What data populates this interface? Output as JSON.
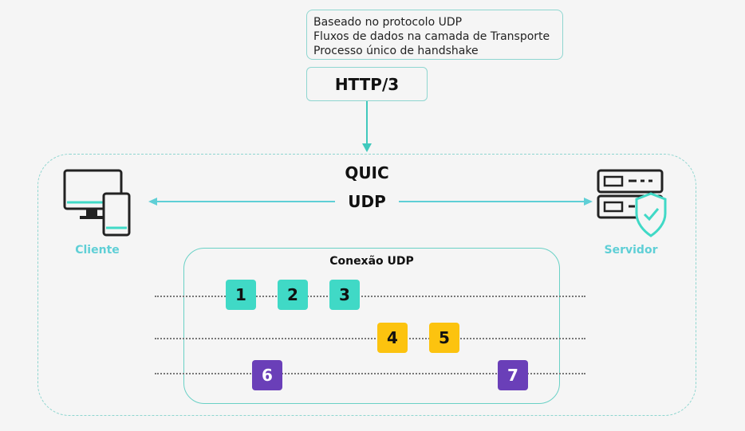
{
  "features": [
    "Baseado no protocolo UDP",
    "Fluxos de dados na camada de Transporte",
    "Processo único de handshake"
  ],
  "protocol_label": "HTTP/3",
  "transport": {
    "quic_label": "QUIC",
    "udp_label": "UDP"
  },
  "client_label": "Cliente",
  "server_label": "Servidor",
  "connection": {
    "title": "Conexão UDP",
    "packets": [
      "1",
      "2",
      "3",
      "4",
      "5",
      "6",
      "7"
    ]
  },
  "colors": {
    "accent": "#5fcfd6",
    "stream_teal": "#40d9c6",
    "stream_yellow": "#fcc30f",
    "stream_purple": "#6a3fb8"
  },
  "icons": [
    "devices-icon",
    "server-shield-icon"
  ]
}
